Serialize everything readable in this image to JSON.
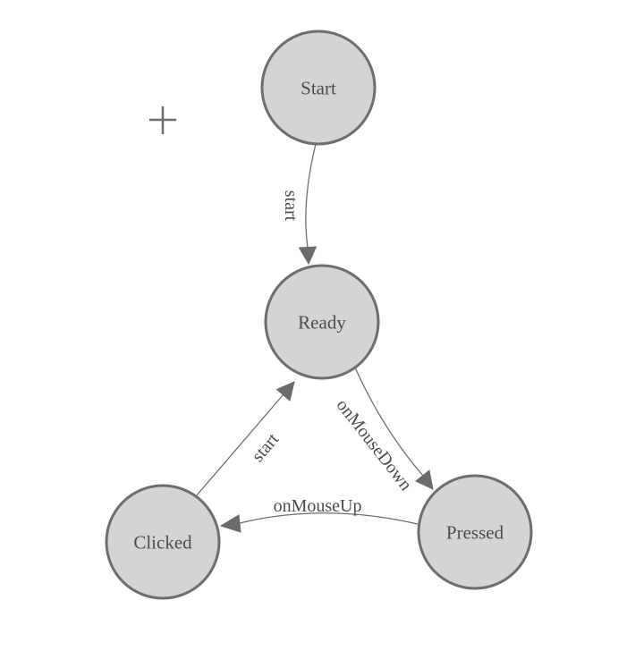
{
  "diagram": {
    "type": "state-machine-graph",
    "nodes": [
      {
        "id": "start",
        "label": "Start"
      },
      {
        "id": "ready",
        "label": "Ready"
      },
      {
        "id": "clicked",
        "label": "Clicked"
      },
      {
        "id": "pressed",
        "label": "Pressed"
      }
    ],
    "edges": [
      {
        "from": "start",
        "to": "ready",
        "label": "start"
      },
      {
        "from": "ready",
        "to": "pressed",
        "label": "onMouseDown"
      },
      {
        "from": "pressed",
        "to": "clicked",
        "label": "onMouseUp"
      },
      {
        "from": "clicked",
        "to": "ready",
        "label": "start"
      }
    ],
    "icons": {
      "crosshair": "plus-crosshair"
    },
    "colors": {
      "background": "#ffffff",
      "node_fill": "#d4d4d4",
      "node_stroke": "#6e6e6e",
      "edge": "#6e6e6e",
      "arrow": "#6b6b6b",
      "label": "#4d4d4d"
    }
  }
}
